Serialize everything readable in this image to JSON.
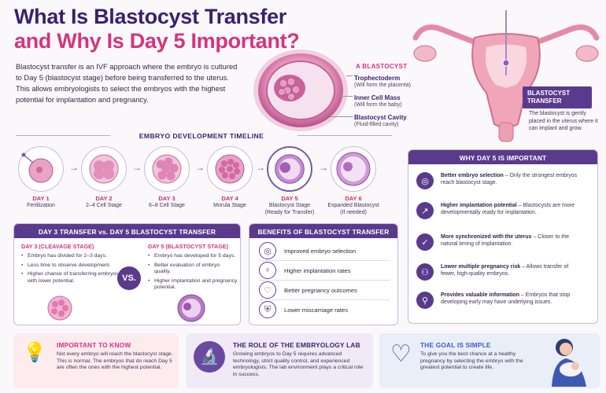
{
  "header": {
    "title_line1": "What Is Blastocyst Transfer",
    "title_line2": "and Why Is Day 5 Important?",
    "intro": "Blastocyst transfer is an IVF approach where the embryo is cultured to Day 5 (blastocyst stage) before being transferred to the uterus. This allows embryologists to select the embryos with the highest potential for implantation and pregnancy."
  },
  "blastocyst": {
    "heading": "A BLASTOCYST",
    "parts": [
      {
        "title": "Trophectoderm",
        "sub": "(Will form the placenta)"
      },
      {
        "title": "Inner Cell Mass",
        "sub": "(Will form the baby)"
      },
      {
        "title": "Blastocyst Cavity",
        "sub": "(Fluid-filled cavity)"
      }
    ]
  },
  "uterus": {
    "label": "BLASTOCYST TRANSFER",
    "description": "The blastocyst is gently placed in the uterus where it can implant and grow."
  },
  "timeline": {
    "title": "EMBRYO DEVELOPMENT TIMELINE",
    "stages": [
      {
        "day": "DAY 1",
        "label": "Fertilization"
      },
      {
        "day": "DAY 2",
        "label": "2–4 Cell Stage"
      },
      {
        "day": "DAY 3",
        "label": "6–8 Cell Stage"
      },
      {
        "day": "DAY 4",
        "label": "Morula Stage"
      },
      {
        "day": "DAY 5",
        "label": "Blastocyst Stage\n(Ready for Transfer)"
      },
      {
        "day": "DAY 6",
        "label": "Expanded Blastocyst\n(If needed)"
      }
    ]
  },
  "comparison": {
    "title": "DAY 3 TRANSFER vs. DAY 5 BLASTOCYST TRANSFER",
    "vs": "VS.",
    "day3": {
      "heading": "DAY 3 (CLEAVAGE STAGE)",
      "bullets": [
        "Embryo has divided for 2–3 days.",
        "Less time to observe development.",
        "Higher chance of transferring embryos with lower potential."
      ]
    },
    "day5": {
      "heading": "DAY 5 (BLASTOCYST STAGE)",
      "bullets": [
        "Embryo has developed for 5 days.",
        "Better evaluation of embryo quality.",
        "Higher implantation and pregnancy potential."
      ]
    }
  },
  "benefits": {
    "title": "BENEFITS OF BLASTOCYST TRANSFER",
    "items": [
      {
        "icon": "target-icon",
        "text": "Improved embryo selection"
      },
      {
        "icon": "uterus-icon",
        "text": "Higher implantation rates"
      },
      {
        "icon": "heart-icon",
        "text": "Better pregnancy outcomes"
      },
      {
        "icon": "shield-icon",
        "text": "Lower miscarriage rates"
      }
    ]
  },
  "why": {
    "title": "WHY DAY 5 IS IMPORTANT",
    "items": [
      {
        "icon": "target-icon",
        "bold": "Better embryo selection",
        "text": " – Only the strongest embryos reach blastocyst stage."
      },
      {
        "icon": "growth-chart-icon",
        "bold": "Higher implantation potential",
        "text": " – Blastocysts are more developmentally ready for implantation."
      },
      {
        "icon": "check-icon",
        "bold": "More synchronized with the uterus",
        "text": " – Closer to the natural timing of implantation."
      },
      {
        "icon": "people-icon",
        "bold": "Lower multiple pregnancy risk",
        "text": " – Allows transfer of fewer, high-quality embryos."
      },
      {
        "icon": "magnifier-icon",
        "bold": "Provides valuable information",
        "text": " – Embryos that stop developing early may have underlying issues."
      }
    ]
  },
  "bottom": {
    "know": {
      "title": "IMPORTANT TO KNOW",
      "text": "Not every embryo will reach the blastocyst stage. This is normal. The embryos that do reach Day 5 are often the ones with the highest potential."
    },
    "lab": {
      "title": "THE ROLE OF THE EMBRYOLOGY LAB",
      "text": "Growing embryos to Day 5 requires advanced technology, strict quality control, and experienced embryologists. The lab environment plays a critical role in success."
    },
    "goal": {
      "title": "THE GOAL IS SIMPLE",
      "text": "To give you the best chance at a healthy pregnancy by selecting the embryo with the greatest potential to create life."
    }
  }
}
